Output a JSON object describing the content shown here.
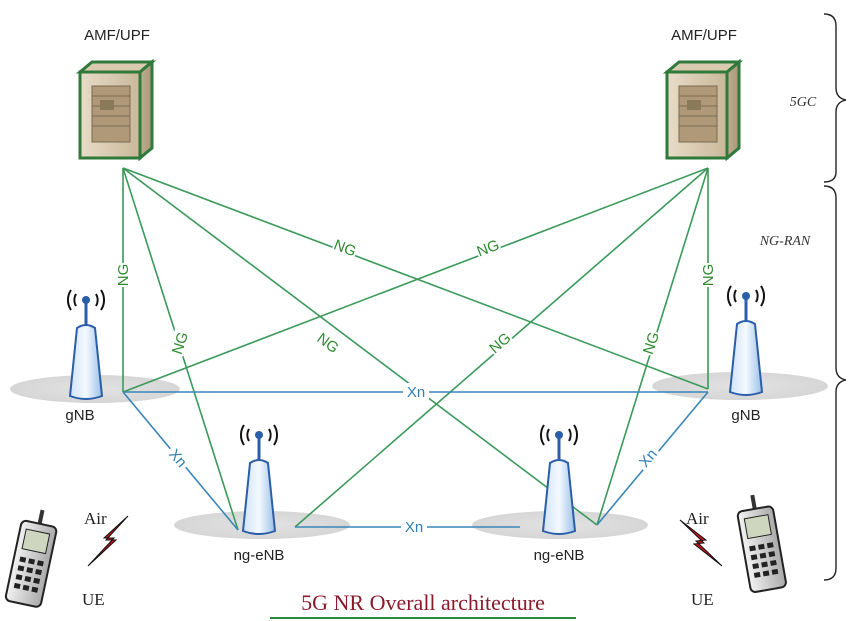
{
  "core": {
    "amf_left_label": "AMF/UPF",
    "amf_right_label": "AMF/UPF"
  },
  "ran": {
    "gnb_left_label": "gNB",
    "gnb_right_label": "gNB",
    "ngenb_left_label": "ng-eNB",
    "ngenb_right_label": "ng-eNB"
  },
  "ue": {
    "left_label": "UE",
    "right_label": "UE",
    "air_left": "Air",
    "air_right": "Air"
  },
  "interfaces": {
    "ng": "NG",
    "xn": "Xn"
  },
  "brackets": {
    "core_label": "5GC",
    "ran_label": "NG-RAN"
  },
  "caption": "5G NR Overall architecture",
  "colors": {
    "ng_line": "#3a9a5a",
    "xn_line": "#3a86b8",
    "caption": "#8b1a2b",
    "caption_underline": "#2a8a3a"
  }
}
